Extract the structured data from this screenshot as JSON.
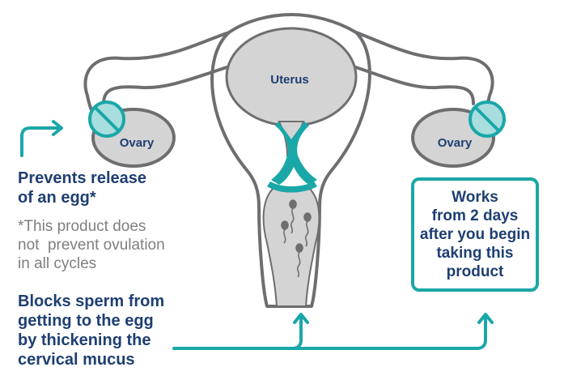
{
  "labels": {
    "uterus": "Uterus",
    "ovary_left": "Ovary",
    "ovary_right": "Ovary"
  },
  "prevents": [
    "Prevents release",
    "of an egg*"
  ],
  "footnote": [
    "*This product does",
    "not  prevent ovulation",
    "in all cycles"
  ],
  "blocks": [
    "Blocks sperm from",
    "getting to the egg",
    "by thickening the",
    "cervical mucus"
  ],
  "works": [
    "Works",
    "from 2 days",
    "after you begin",
    "taking this",
    "product"
  ],
  "colors": {
    "teal": "#1aa7a8",
    "navy": "#1e3f72",
    "organ_fill": "#d4d4d4",
    "organ_stroke": "#6d6e70",
    "grey_text": "#7f7f7f"
  },
  "icons": {
    "prohibited": "no-entry-circle",
    "sperm": "sperm-cell"
  }
}
